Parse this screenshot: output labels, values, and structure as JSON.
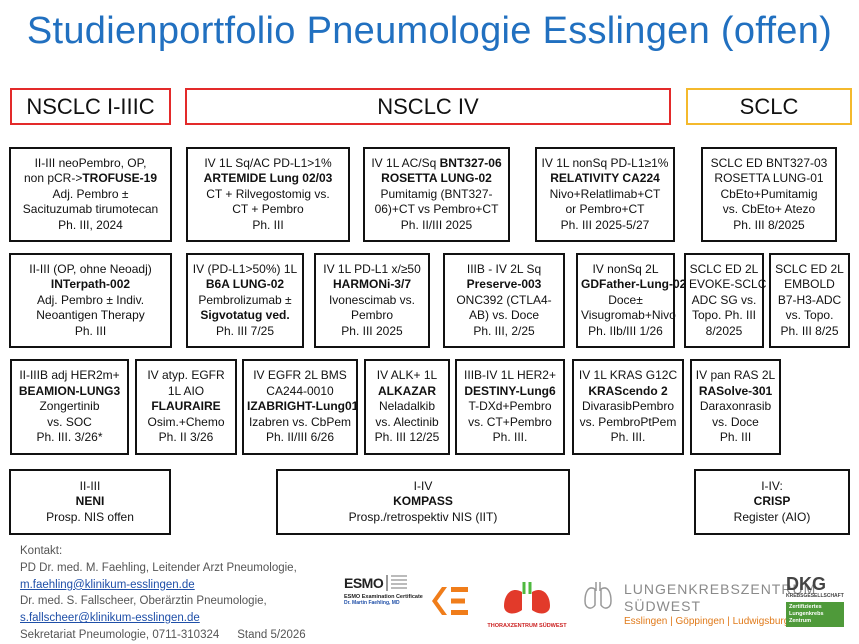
{
  "title": "Studienportfolio Pneumologie Esslingen (offen)",
  "headers": [
    "NSCLC I-IIIC",
    "NSCLC IV",
    "SCLC"
  ],
  "boxes": [
    {
      "lines": [
        "II-III neoPembro, OP,",
        "non pCR->|TROFUSE-19",
        "Adj. Pembro ±",
        "Sacituzumab tirumotecan",
        "Ph. III, 2024"
      ]
    },
    {
      "lines": [
        "IV 1L Sq/AC PD-L1>1%",
        "ARTEMIDE Lung 02/03",
        "CT + Rilvegostomig vs.",
        "CT + Pembro",
        "Ph. III"
      ]
    },
    {
      "lines": [
        "IV 1L AC/Sq |BNT327-06",
        "ROSETTA LUNG-02",
        "Pumitamig (BNT327-",
        "06)+CT vs Pembro+CT",
        "Ph. II/III 2025"
      ]
    },
    {
      "lines": [
        "IV 1L nonSq PD-L1≥1%",
        "RELATIVITY CA224",
        "Nivo+Relatlimab+CT",
        "or Pembro+CT",
        "Ph. III 2025-5/27"
      ]
    },
    {
      "lines": [
        "SCLC ED BNT327-03",
        "ROSETTA LUNG-01",
        "CbEto+Pumitamig",
        "vs. CbEto+ Atezo",
        "Ph. III 8/2025"
      ]
    },
    {
      "lines": [
        "II-III (OP, ohne Neoadj)",
        "INTerpath-002",
        "Adj. Pembro ± Indiv.",
        "Neoantigen Therapy",
        "Ph. III"
      ]
    },
    {
      "lines": [
        "IV (PD-L1>50%) 1L",
        "B6A LUNG-02",
        "Pembrolizumab ±",
        "Sigvotatug ved.",
        "Ph. III 7/25"
      ]
    },
    {
      "lines": [
        "IV 1L PD-L1 x/≥50",
        "HARMONi-3/7",
        "Ivonescimab vs.",
        "Pembro",
        "Ph. III 2025"
      ]
    },
    {
      "lines": [
        "IIIB - IV 2L Sq",
        "Preserve-003",
        "ONC392 (CTLA4-",
        "AB) vs. Doce",
        "Ph. III, 2/25"
      ]
    },
    {
      "lines": [
        "IV nonSq 2L",
        "GDFather-Lung-02",
        "Doce±",
        "Visugromab+Nivo",
        "Ph. IIb/III 1/26"
      ]
    },
    {
      "lines": [
        "SCLC ED 2L",
        "EVOKE-SCLC",
        "ADC SG vs.",
        "Topo. Ph. III",
        "8/2025"
      ]
    },
    {
      "lines": [
        "SCLC ED 2L",
        "EMBOLD",
        "B7-H3-ADC",
        "vs. Topo.",
        "Ph. III 8/25"
      ]
    },
    {
      "lines": [
        "II-IIIB adj HER2m+",
        "BEAMION-LUNG3",
        "Zongertinib",
        "vs. SOC",
        "Ph. III. 3/26*"
      ]
    },
    {
      "lines": [
        "IV atyp. EGFR",
        "1L AIO",
        "FLAURAIRE",
        "Osim.+Chemo",
        "Ph. II 3/26"
      ]
    },
    {
      "lines": [
        "IV EGFR 2L BMS",
        "CA244-0010",
        "IZABRIGHT-Lung01",
        "Izabren vs. CbPem",
        "Ph. II/III 6/26"
      ]
    },
    {
      "lines": [
        "IV ALK+ 1L",
        "ALKAZAR",
        "Neladalkib",
        "vs. Alectinib",
        "Ph. III 12/25"
      ]
    },
    {
      "lines": [
        "IIIB-IV 1L HER2+",
        "DESTINY-Lung6",
        "T-DXd+Pembro",
        "vs. CT+Pembro",
        "Ph. III."
      ]
    },
    {
      "lines": [
        "IV 1L KRAS G12C",
        "KRAScendo 2",
        "DivarasibPembro",
        "vs. PembroPtPem",
        "Ph. III."
      ]
    },
    {
      "lines": [
        "IV pan RAS 2L",
        "RASolve-301",
        "Daraxonrasib",
        "vs. Doce",
        "Ph. III"
      ]
    },
    {
      "lines": [
        "II-III",
        "NENI",
        "Prosp. NIS offen"
      ]
    },
    {
      "lines": [
        "I-IV",
        "KOMPASS",
        "Prosp./retrospektiv NIS (IIT)"
      ]
    },
    {
      "lines": [
        "I-IV:",
        "CRISP",
        "Register (AIO)"
      ]
    }
  ],
  "contact": {
    "label": "Kontakt:",
    "person1": "PD Dr. med. M. Faehling, Leitender Arzt Pneumologie,",
    "email1": "m.faehling@klinikum-esslingen.de",
    "person2": "Dr. med. S. Fallscheer, Oberärztin Pneumologie,",
    "email2": "s.fallscheer@klinikum-esslingen.de",
    "secretariat": "Sekretariat Pneumologie, 0711-310324",
    "stand": "Stand 5/2026"
  },
  "logos": {
    "esmo": {
      "name": "ESMO",
      "caption": "ESMO Examination Certificate",
      "person": "Dr. Martin Faehling, MD"
    },
    "thorax": {
      "caption": "THORAXZENTRUM SÜDWEST"
    },
    "lkz": {
      "line1": "LUNGENKREBSZENTRUM",
      "line2": "SÜDWEST",
      "cities": "Esslingen | Göppingen | Ludwigsburg"
    },
    "dkg": {
      "name": "DKG",
      "subtitle": "KREBSGESELLSCHAFT",
      "badge": "Zertifiziertes Lungenkrebs Zentrum"
    }
  },
  "colors": {
    "title": "#2170c0",
    "red": "#e32a2a",
    "green": "#4fce3f",
    "blue": "#1f6ab8",
    "yellow": "#f4b92c",
    "link": "#1f4fa8"
  }
}
